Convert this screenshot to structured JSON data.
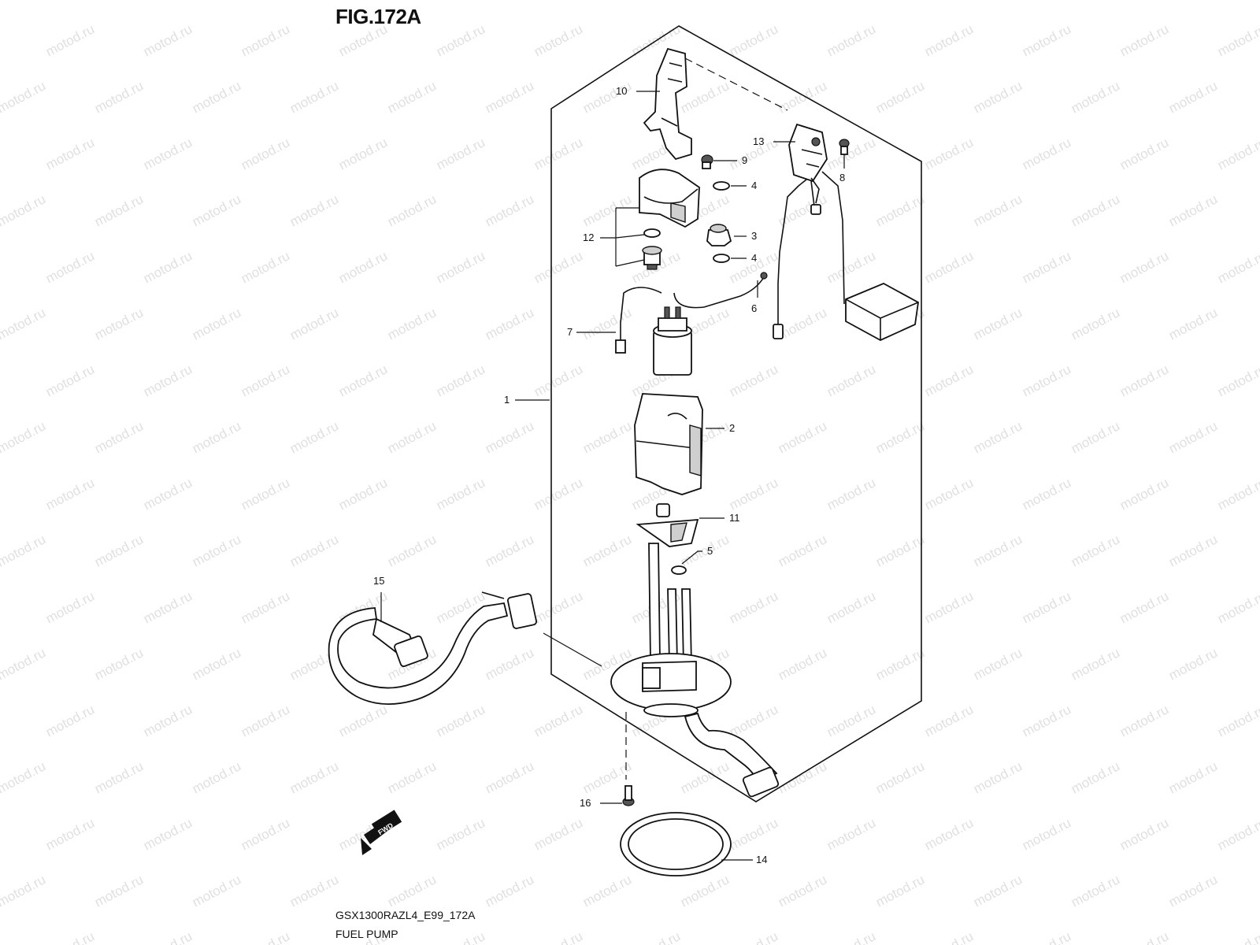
{
  "figure": {
    "title": "FIG.172A",
    "code": "GSX1300RAZL4_E99_172A",
    "name": "FUEL PUMP"
  },
  "watermark": {
    "text": "motod.ru"
  },
  "fwd_badge": {
    "label": "FWD"
  },
  "callouts": [
    {
      "id": "c1",
      "label": "1"
    },
    {
      "id": "c2",
      "label": "2"
    },
    {
      "id": "c3",
      "label": "3"
    },
    {
      "id": "c4a",
      "label": "4"
    },
    {
      "id": "c4b",
      "label": "4"
    },
    {
      "id": "c5",
      "label": "5"
    },
    {
      "id": "c6",
      "label": "6"
    },
    {
      "id": "c7",
      "label": "7"
    },
    {
      "id": "c8",
      "label": "8"
    },
    {
      "id": "c9",
      "label": "9"
    },
    {
      "id": "c10",
      "label": "10"
    },
    {
      "id": "c11",
      "label": "11"
    },
    {
      "id": "c12",
      "label": "12"
    },
    {
      "id": "c13",
      "label": "13"
    },
    {
      "id": "c14",
      "label": "14"
    },
    {
      "id": "c15",
      "label": "15"
    },
    {
      "id": "c16",
      "label": "16"
    }
  ]
}
